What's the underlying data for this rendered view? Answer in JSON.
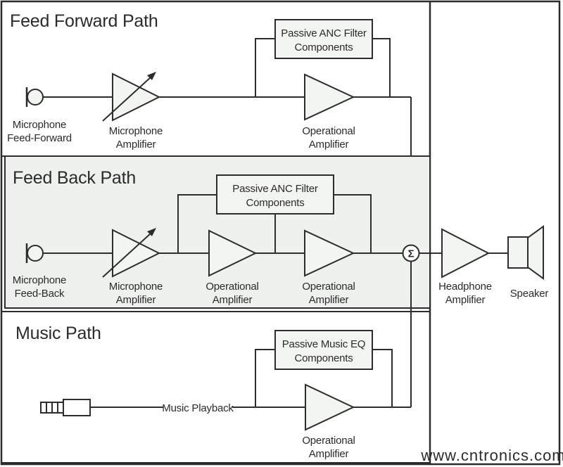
{
  "sections": {
    "feed_forward": {
      "title": "Feed Forward Path",
      "microphone_label": [
        "Microphone",
        "Feed-Forward"
      ],
      "mic_amp_label": [
        "Microphone",
        "Amplifier"
      ],
      "filter_box": [
        "Passive ANC Filter",
        "Components"
      ],
      "op_amp_label": [
        "Operational",
        "Amplifier"
      ]
    },
    "feed_back": {
      "title": "Feed Back Path",
      "microphone_label": [
        "Microphone",
        "Feed-Back"
      ],
      "mic_amp_label": [
        "Microphone",
        "Amplifier"
      ],
      "filter_box": [
        "Passive ANC Filter",
        "Components"
      ],
      "op_amp1_label": [
        "Operational",
        "Amplifier"
      ],
      "op_amp2_label": [
        "Operational",
        "Amplifier"
      ]
    },
    "music": {
      "title": "Music Path",
      "input_label": "Music Playback",
      "filter_box": [
        "Passive Music EQ",
        "Components"
      ],
      "op_amp_label": [
        "Operational",
        "Amplifier"
      ]
    },
    "output": {
      "summation_symbol": "Σ",
      "headphone_amp_label": [
        "Headphone",
        "Amplifier"
      ],
      "speaker_label": "Speaker"
    }
  },
  "watermark": "www.cntronics.com",
  "colors": {
    "line": "#2d2d2d",
    "section_fill": "#eef1ee",
    "component_fill": "#f3f5f2",
    "node_fill": "#ffffff",
    "watermark_green": "#c5dfb5"
  }
}
